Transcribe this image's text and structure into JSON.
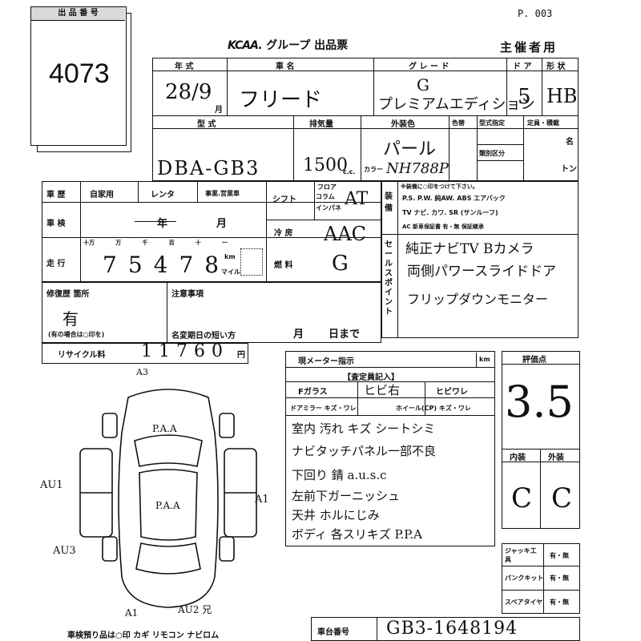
{
  "header": {
    "lot_label": "出 品 番 号",
    "lot_number": "4073",
    "page": "P. 003",
    "logo": "KCAA",
    "title_suffix": "グループ 出品票",
    "organizer": "主催者用"
  },
  "vehicle": {
    "col_year": "年 式",
    "col_name": "車 名",
    "col_grade": "グ レ ー ド",
    "col_doors": "ド ア",
    "col_shape": "形 状",
    "year": "28/9",
    "year_unit": "月",
    "name": "フリード",
    "grade_line1": "G",
    "grade_line2": "プレミアムエディション",
    "doors": "5",
    "shape": "HB",
    "col_model": "型 式",
    "col_displacement": "排気量",
    "col_color": "外装色",
    "col_colorno": "色替",
    "col_designation": "型式指定",
    "col_class": "類別区分",
    "col_capacity": "定員・積載",
    "capacity_unit1": "名",
    "capacity_unit2": "トン",
    "model": "DBA-GB3",
    "displacement": "1500",
    "displacement_unit": "c.c.",
    "color": "パール",
    "color_code_label": "カラー",
    "color_code": "NH788P"
  },
  "usage": {
    "items": [
      "車 歴",
      "自家用",
      "レンタ",
      "事業.営業車"
    ],
    "inspection_label": "車 検",
    "inspection_year": "年",
    "inspection_month": "月",
    "mileage_label": "走 行",
    "mileage_scale": [
      "十万",
      "万",
      "千",
      "百",
      "十",
      "一"
    ],
    "mileage": "75478",
    "mileage_unit_km": "km",
    "mileage_unit_mile": "マイル",
    "shift_label": "シフト",
    "shift_opts": [
      "フロア",
      "コラム",
      "インパネ"
    ],
    "shift": "AT",
    "ac_label": "冷 房",
    "ac": "AAC",
    "fuel_label": "燃 料",
    "fuel": "G"
  },
  "equipment": {
    "label": "装備",
    "note": "※装備に○印をつけて下さい。",
    "line1": "P.S. P.W. 純AW. ABS エアバック",
    "line2": "TV ナビ. カワ. SR (サンルーフ)",
    "line3": "AC 新車保証書 有・無 保証継承",
    "selling_point_label": "セールスポイント",
    "points": [
      "純正ナビTV Bカメラ",
      "両側パワースライドドア",
      "フリップダウンモニター"
    ]
  },
  "repair": {
    "label": "修復歴 箇所",
    "value": "有",
    "note": "(有の場合は○印を)",
    "notes_label": "注意事項",
    "name_change_label": "名変期日の短い方",
    "month": "月",
    "day": "日まで"
  },
  "recycle": {
    "label": "リサイクル料",
    "amount": "11760",
    "unit": "円"
  },
  "inspector": {
    "meter_label": "現メーター指示",
    "meter_unit": "km",
    "section": "【査定員記入】",
    "glass_label": "Fガラス",
    "glass_value": "ヒビ右",
    "crack_label": "ヒビワレ",
    "door_mirror": "ドアミラー キズ・ワレ",
    "wheel": "ホイール(CP) キズ・ワレ",
    "notes": [
      "室内 汚れ キズ シートシミ",
      "ナビタッチパネル一部不良",
      "下回り 錆 a.u.s.c",
      "左前下ガーニッシュ",
      "天井 ホルにじみ",
      "ボディ 各スリキズ P.P.A"
    ]
  },
  "score": {
    "label": "評価点",
    "value": "3.5",
    "interior_label": "内装",
    "exterior_label": "外装",
    "interior": "C",
    "exterior": "C"
  },
  "accessories": [
    {
      "label": "ジャッキ工具",
      "value": "有・無"
    },
    {
      "label": "パンクキット",
      "value": "有・無"
    },
    {
      "label": "スペアタイヤ",
      "value": "有・無"
    }
  ],
  "diagram": {
    "marks": [
      "A3",
      "P.A.A",
      "P.A.A",
      "AU1",
      "A1",
      "AU3",
      "A1",
      "AU2 兄"
    ],
    "footer": "車検預り品は○印 カギ リモコン ナビロム"
  },
  "chassis": {
    "label": "車台番号",
    "value": "GB3-1648194"
  }
}
